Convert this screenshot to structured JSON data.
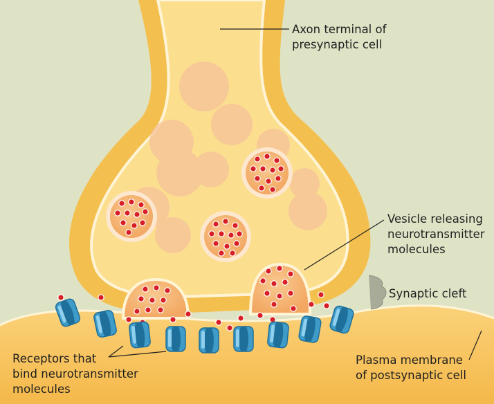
{
  "labels": {
    "axon_terminal": [
      "Axon terminal of",
      "presynaptic cell"
    ],
    "vesicle_releasing": [
      "Vesicle releasing",
      "neurotransmitter",
      "molecules"
    ],
    "synaptic_cleft": "Synaptic cleft",
    "receptors": [
      "Receptors that",
      "bind neurotransmitter",
      "molecules"
    ],
    "plasma_membrane": [
      "Plasma membrane",
      "of postsynaptic cell"
    ]
  },
  "colors": {
    "background": "#dfe3c6",
    "cell_outer": "#f3c04f",
    "cell_inner": "#fbdf8f",
    "membrane_edge": "#fff4d6",
    "vesicle_faint": "#f6c29a",
    "vesicle_fill": "#f4b658",
    "vesicle_rim": "#fde7cf",
    "neurotransmitter": "#d81f26",
    "receptor": "#3f9bc7",
    "receptor_dark": "#1f6f9b",
    "postsynaptic": "#f6c15a",
    "cleft_marker": "#a7ab98"
  }
}
